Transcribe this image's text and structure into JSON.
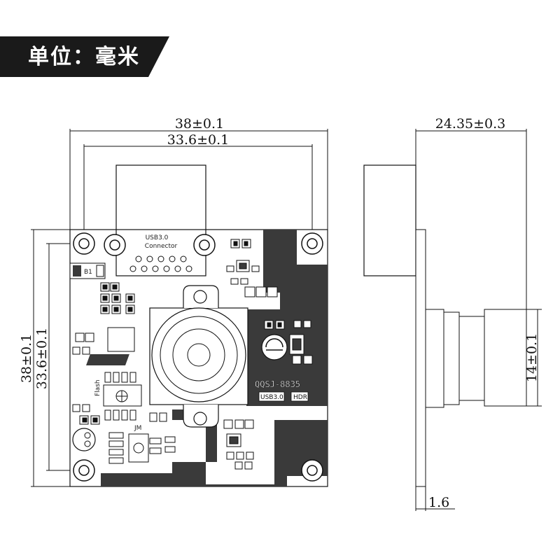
{
  "banner": {
    "text": "单位：毫米"
  },
  "dimensions": {
    "board_width": "38±0.1",
    "hole_spacing_h": "33.6±0.1",
    "board_height": "38±0.1",
    "hole_spacing_v": "33.6±0.1",
    "total_depth": "24.35±0.3",
    "lens_diameter": "14±0.1",
    "board_thickness": "1.6"
  },
  "pcb": {
    "connector_label_1": "USB3.0",
    "connector_label_2": "Connector",
    "model": "QQSJ-8835",
    "tag_usb": "USB3.0",
    "tag_hdr": "HDR",
    "flash_label": "Flash",
    "b1_label": "B1",
    "jm_label": "JM"
  },
  "colors": {
    "banner": "#1a1a1a",
    "copper_fill": "#3a3a3a",
    "line": "#111111"
  }
}
